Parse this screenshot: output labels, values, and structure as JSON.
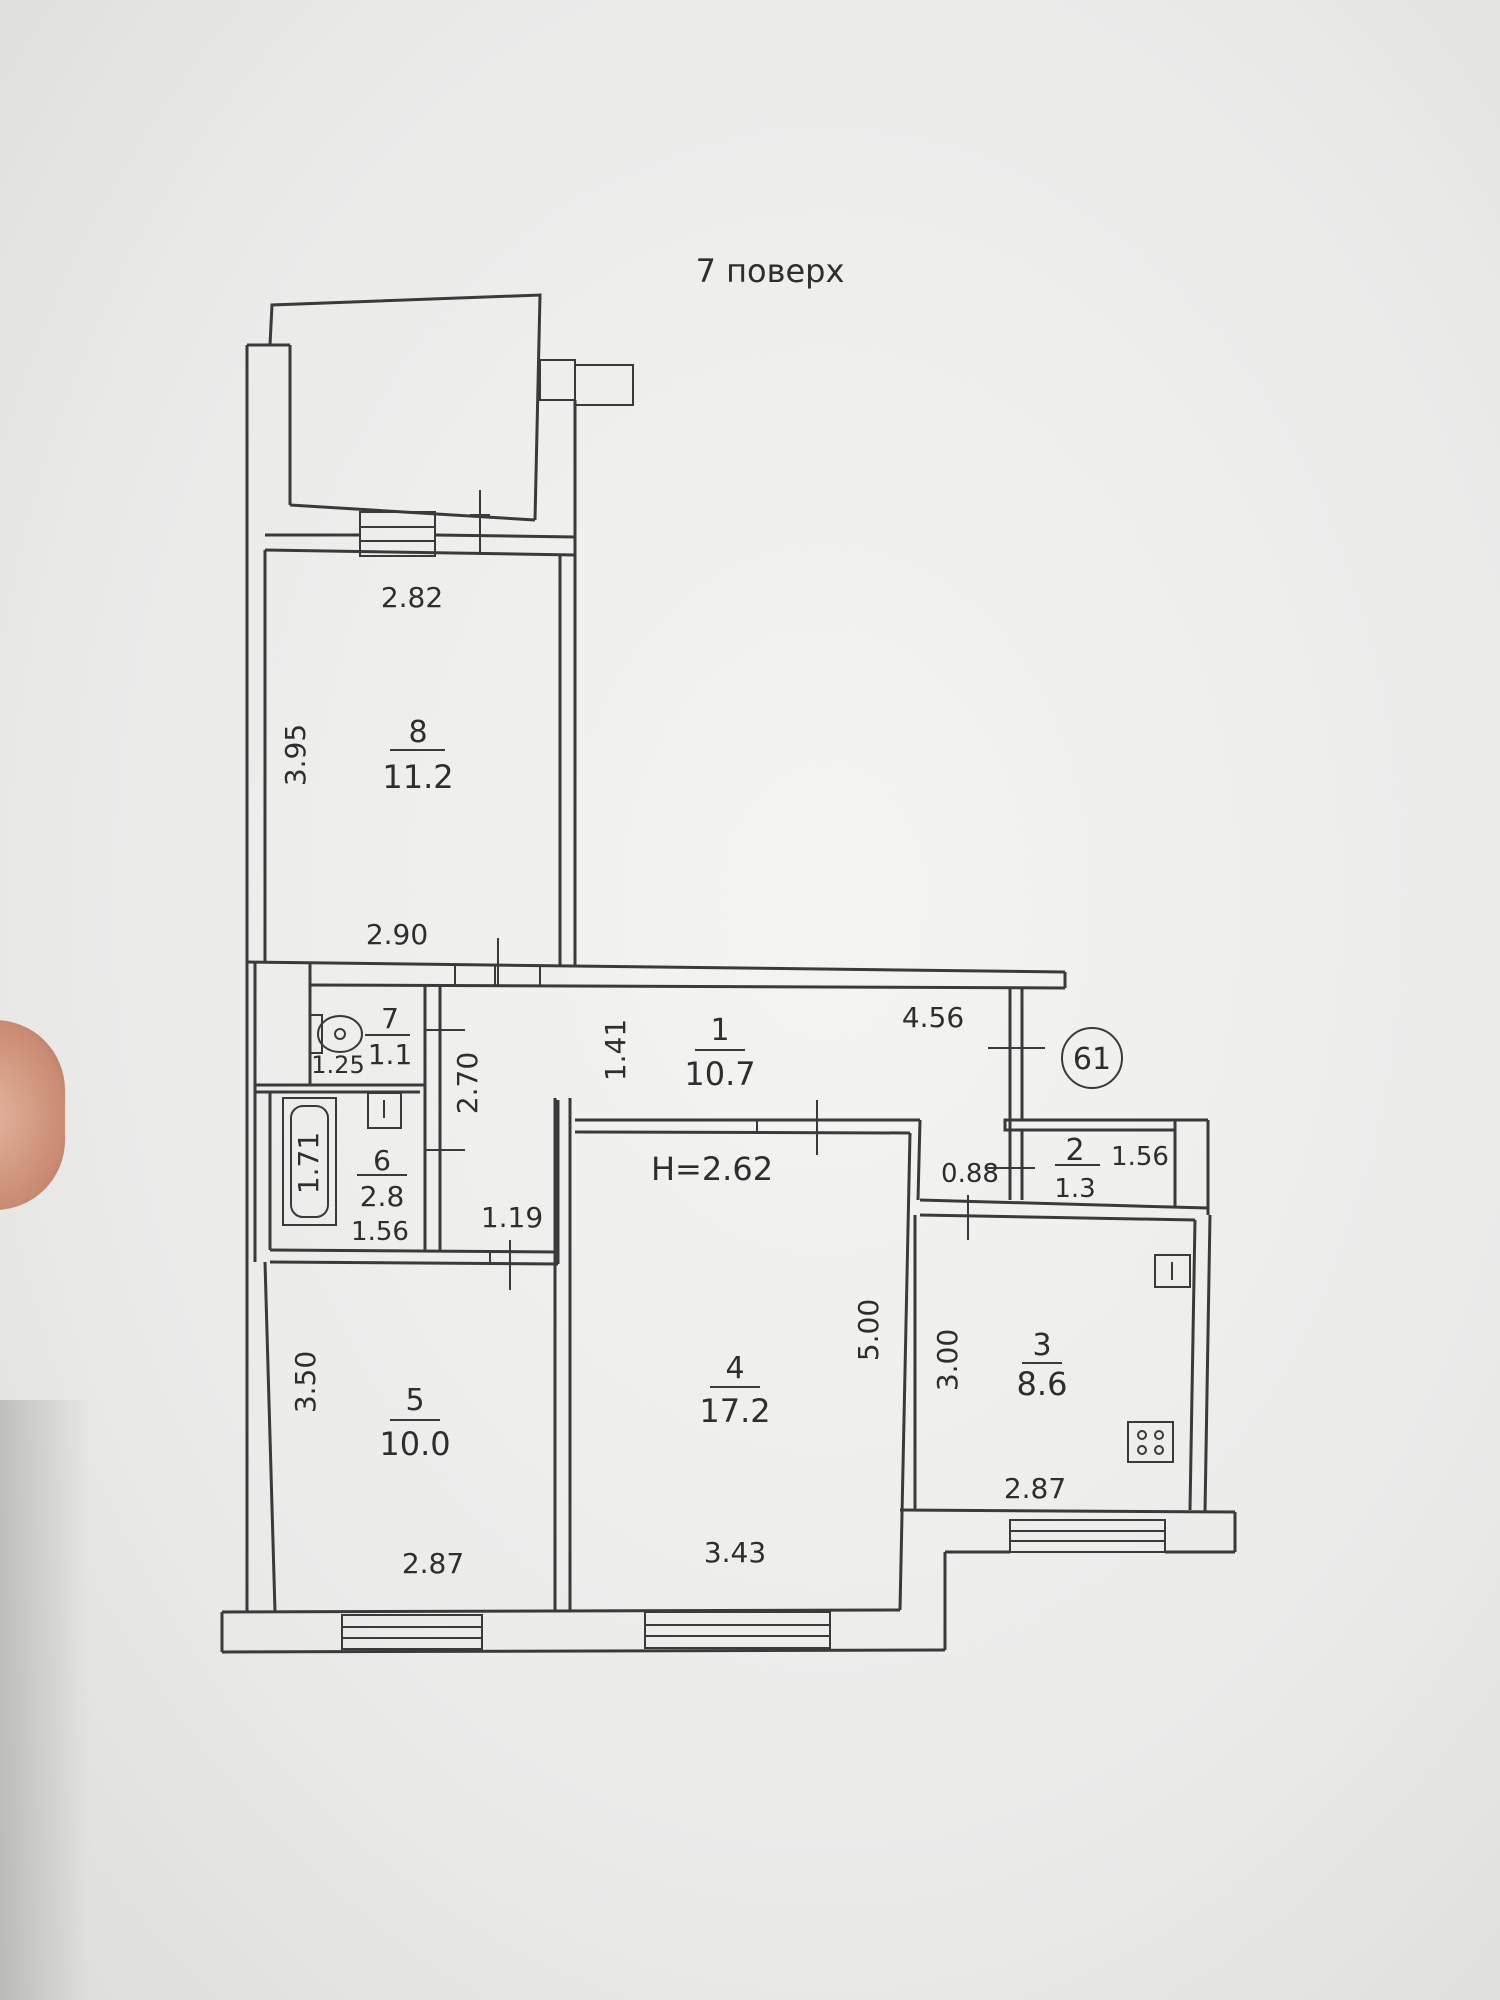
{
  "floor_title": "7 поверх",
  "apartment_number": "61",
  "ceiling_height": "H=2.62",
  "rooms": [
    {
      "num": "1",
      "area": "10.7"
    },
    {
      "num": "2",
      "area": "1.3"
    },
    {
      "num": "3",
      "area": "8.6"
    },
    {
      "num": "4",
      "area": "17.2"
    },
    {
      "num": "5",
      "area": "10.0"
    },
    {
      "num": "6",
      "area": "2.8"
    },
    {
      "num": "7",
      "area": "1.1"
    },
    {
      "num": "8",
      "area": "11.2"
    }
  ],
  "dimensions": {
    "r8_top": "2.82",
    "r8_side": "3.95",
    "r8_bottom": "2.90",
    "r1_len": "4.56",
    "r1_side": "1.41",
    "hall_len": "2.70",
    "r7_w": "1.25",
    "r6_side": "1.71",
    "r6_w": "1.56",
    "door_w": "1.19",
    "r2_gap": "0.88",
    "r2_w": "1.56",
    "r5_side": "3.50",
    "r5_w": "2.87",
    "r4_side": "5.00",
    "r4_w": "3.43",
    "r3_side": "3.00",
    "r3_w": "2.87"
  }
}
